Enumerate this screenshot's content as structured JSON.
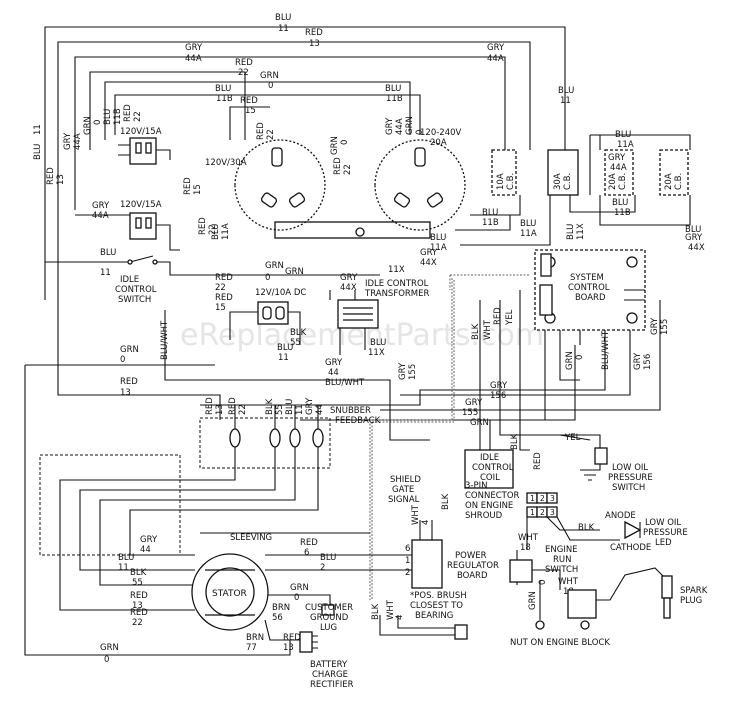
{
  "wire_labels": {
    "blu": "BLU",
    "red": "RED",
    "gry": "GRY",
    "grn": "GRN",
    "blk": "BLK",
    "wht": "WHT",
    "yel": "YEL",
    "brn": "BRN",
    "blu_wht": "BLU/WHT",
    "n0": "0",
    "n2": "2",
    "n4": "4",
    "n6": "6",
    "n11": "11",
    "n11a": "11A",
    "n11b": "11B",
    "n11x": "11X",
    "n13": "13",
    "n15": "15",
    "n18": "18",
    "n22": "22",
    "n44": "44",
    "n44a": "44A",
    "n44x": "44X",
    "n55": "55",
    "n56": "56",
    "n77": "77",
    "n155": "155",
    "n156": "156"
  },
  "components": {
    "receptacle_120_15_top": "120V/15A",
    "receptacle_120_15_bot": "120V/15A",
    "receptacle_120_30": "120V/30A",
    "receptacle_120_240": "120-240V",
    "receptacle_120_240_amp": "20A",
    "breaker_10a": "10A",
    "breaker_10a_cb": "C.B.",
    "breaker_30a": "30A",
    "breaker_30a_cb": "C.B.",
    "breaker_20a_1": "20A",
    "breaker_20a_2": "20A",
    "breaker_cb": "C.B.",
    "dc_receptacle": "12V/10A DC",
    "idle_control_switch_1": "IDLE",
    "idle_control_switch_2": "CONTROL",
    "idle_control_switch_3": "SWITCH",
    "idle_control_transformer_1": "IDLE CONTROL",
    "idle_control_transformer_2": "TRANSFORMER",
    "system_control_board_1": "SYSTEM",
    "system_control_board_2": "CONTROL",
    "system_control_board_3": "BOARD",
    "snubber_1": "SNUBBER",
    "snubber_2": "FEEDBACK",
    "idle_coil_1": "IDLE",
    "idle_coil_2": "CONTROL",
    "idle_coil_3": "COIL",
    "low_oil_switch_1": "LOW OIL",
    "low_oil_switch_2": "PRESSURE",
    "low_oil_switch_3": "SWITCH",
    "shield_1": "SHIELD",
    "shield_2": "GATE",
    "shield_3": "SIGNAL",
    "connector_1": "3-PIN",
    "connector_2": "CONNECTOR",
    "connector_3": "ON ENGINE",
    "connector_4": "SHROUD",
    "anode": "ANODE",
    "cathode": "CATHODE",
    "low_oil_led_1": "LOW OIL",
    "low_oil_led_2": "PRESSURE",
    "low_oil_led_3": "LED",
    "sleeving": "SLEEVING",
    "stator": "STATOR",
    "power_regulator_1": "POWER",
    "power_regulator_2": "REGULATOR",
    "power_regulator_3": "BOARD",
    "engine_run_1": "ENGINE",
    "engine_run_2": "RUN",
    "engine_run_3": "SWITCH",
    "spark_plug_1": "SPARK",
    "spark_plug_2": "PLUG",
    "ground_lug_1": "CUSTOMER",
    "ground_lug_2": "GROUND",
    "ground_lug_3": "LUG",
    "brush_note_1": "*POS. BRUSH",
    "brush_note_2": "CLOSEST TO",
    "brush_note_3": "BEARING",
    "nut_engine_block": "NUT ON ENGINE BLOCK",
    "battery_rect_1": "BATTERY",
    "battery_rect_2": "CHARGE",
    "battery_rect_3": "RECTIFIER",
    "pin1": "1",
    "pin2": "2",
    "pin3": "3"
  }
}
